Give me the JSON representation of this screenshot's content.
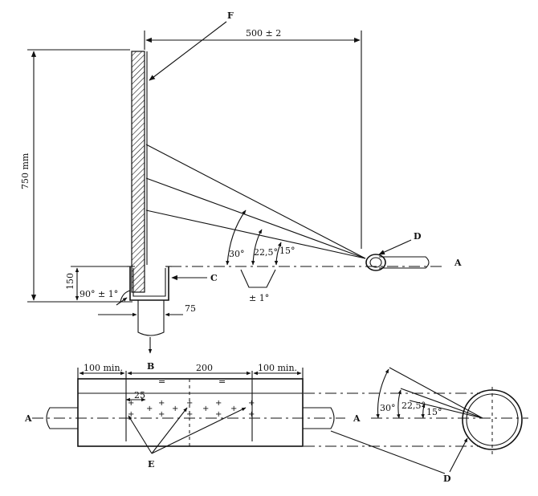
{
  "labels": {
    "F": "F",
    "B": "B",
    "C": "C",
    "D_top": "D",
    "D_bottom": "D",
    "E": "E",
    "A_top": "A",
    "A_left": "A",
    "A_right": "A"
  },
  "dimensions": {
    "width_500": "500 ± 2",
    "height_750": "750 mm",
    "height_150": "150",
    "angle_90": "90° ± 1°",
    "tol_1": "± 1°",
    "width_75": "75",
    "min_left": "100 min.",
    "mid_200": "200",
    "min_right": "100 min.",
    "spacing_25": "25",
    "eq_left": "=",
    "eq_right": "="
  },
  "angles": {
    "a30_top": "30°",
    "a225_top": "22,5°",
    "a15_top": "15°",
    "a30_bottom": "30°",
    "a225_bottom": "22,5°",
    "a15_bottom": "15°"
  }
}
